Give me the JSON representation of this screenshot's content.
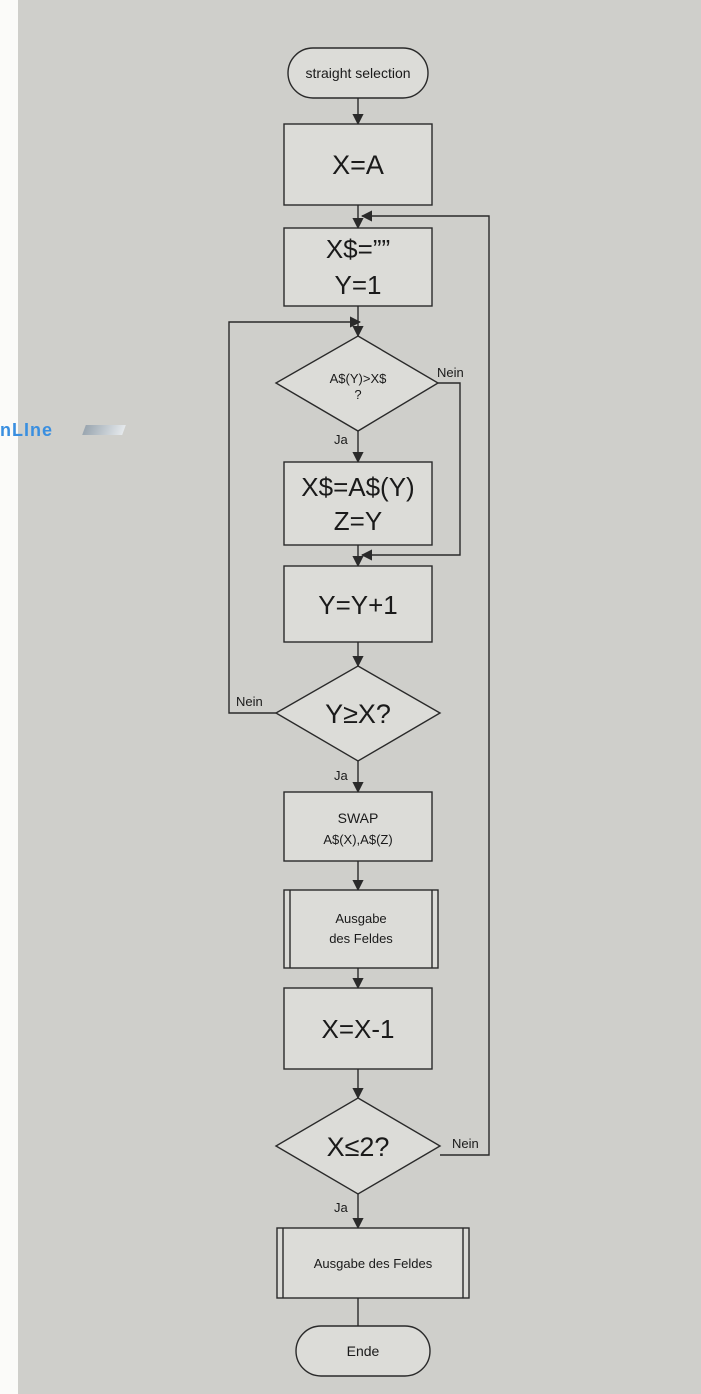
{
  "flowchart": {
    "start": "straight selection",
    "init": "X=A",
    "reset_line1": "X$=””",
    "reset_line2": "Y=1",
    "compare_line1": "A$(Y)>X$",
    "compare_line2": "?",
    "assign_line1": "X$=A$(Y)",
    "assign_line2": "Z=Y",
    "increment": "Y=Y+1",
    "inner_test": "Y≥X?",
    "swap_line1": "SWAP",
    "swap_line2": "A$(X),A$(Z)",
    "output_line1": "Ausgabe",
    "output_line2": "des Feldes",
    "decrement": "X=X-1",
    "outer_test": "X≤2?",
    "final_output": "Ausgabe des Feldes",
    "end": "Ende",
    "yes_label": "Ja",
    "no_label": "Nein"
  },
  "watermark": {
    "text": "nLIne"
  },
  "colors": {
    "paper": "#cfcfcb",
    "box_fill": "#dcdcd8",
    "line": "#2a2a2a",
    "watermark": "#3a8fe0"
  }
}
